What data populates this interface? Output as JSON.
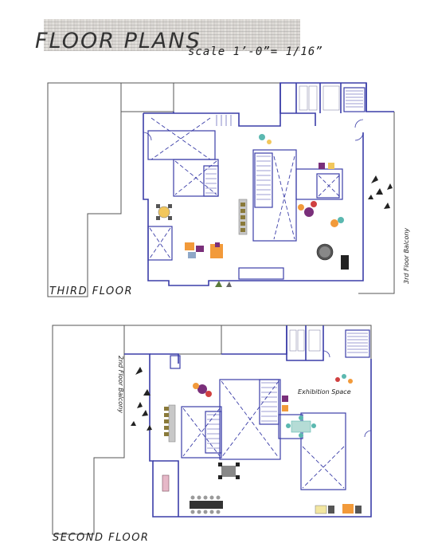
{
  "header": {
    "title": "FLOOR PLANS",
    "scale": "scale 1’-0”= 1/16”"
  },
  "third_floor": {
    "label": "THIRD FLOOR",
    "balcony_label": "3rd Floor Balcony"
  },
  "second_floor": {
    "label": "SECOND FLOOR",
    "balcony_label": "2nd Floor Balcony",
    "exhibition_label": "Exhibition Space"
  },
  "colors": {
    "wall": "#3b3ea8",
    "outline": "#4a4a4a",
    "accent_orange": "#f29a3a",
    "accent_purple": "#7a2f7a",
    "accent_teal": "#5bb8b0"
  }
}
